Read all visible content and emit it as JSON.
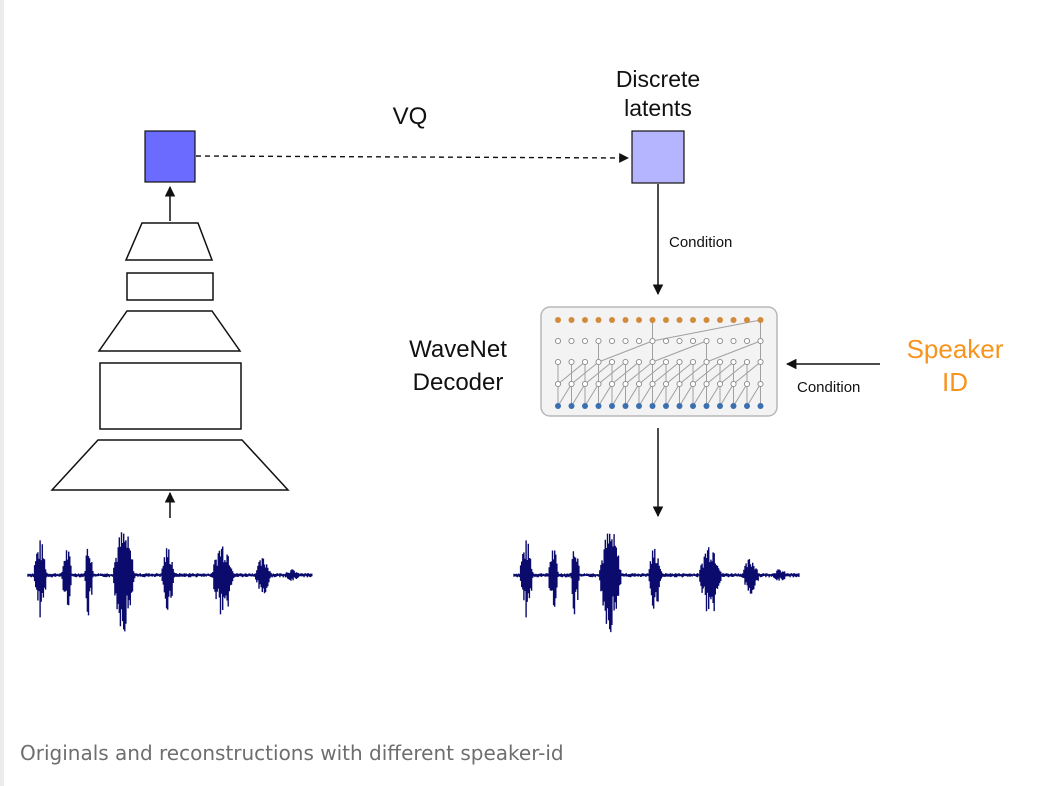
{
  "labels": {
    "vq": "VQ",
    "discrete_latents": "Discrete\nlatents",
    "condition_top": "Condition",
    "wavenet_decoder": "WaveNet\nDecoder",
    "condition_right": "Condition",
    "speaker_id": "Speaker\nID"
  },
  "caption": "Originals and reconstructions with different speaker-id",
  "colors": {
    "encoder_latent": "#6b6bff",
    "discrete_latent": "#b4b4ff",
    "speaker_id": "#f7941d",
    "waveform": "#0b0b6e",
    "wavenet_output_dots": "#d28a3c",
    "wavenet_input_dots": "#3a6fb0"
  },
  "icons": {
    "original_waveform": "audio-waveform-icon",
    "reconstructed_waveform": "audio-waveform-icon"
  }
}
